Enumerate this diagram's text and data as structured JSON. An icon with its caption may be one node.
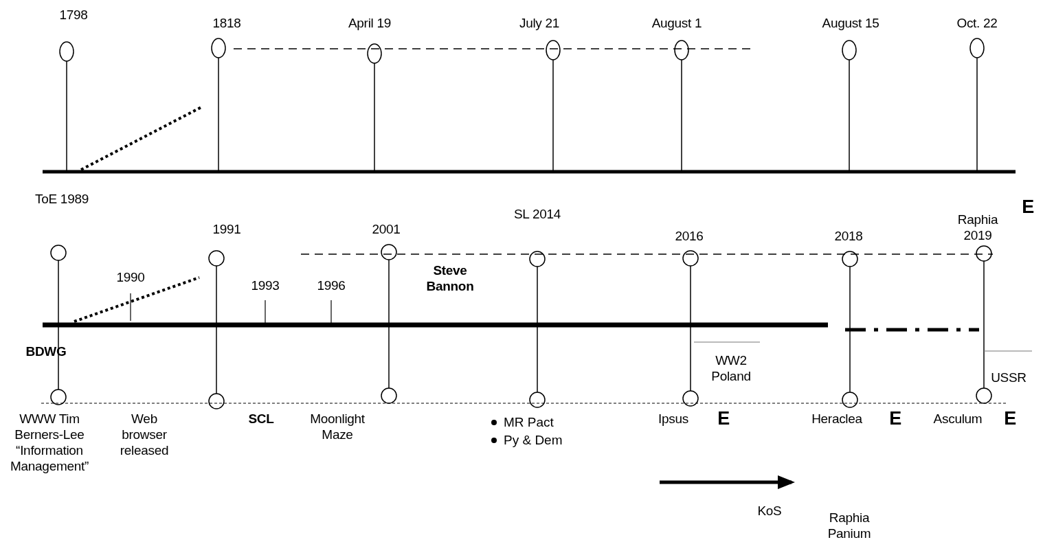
{
  "diagram": {
    "labels": [
      "1798",
      "1818",
      "April 19",
      "July 21",
      "August 1",
      "August 15",
      "Oct. 22",
      "ToE 1989",
      "SL 2014",
      "Raphia 2019",
      "E",
      "1991",
      "2001",
      "2016",
      "2018",
      "1990",
      "1993",
      "1996",
      "Steve Bannon",
      "BDWG",
      "WW2 Poland",
      "USSR",
      "WWW Tim Berners-Lee “Information Management”",
      "Web browser released",
      "SCL",
      "Moonlight Maze",
      "MR Pact",
      "Py & Dem",
      "Ipsus",
      "E",
      "Heraclea",
      "E",
      "Asculum",
      "E",
      "KoS",
      "Raphia Panium"
    ]
  }
}
